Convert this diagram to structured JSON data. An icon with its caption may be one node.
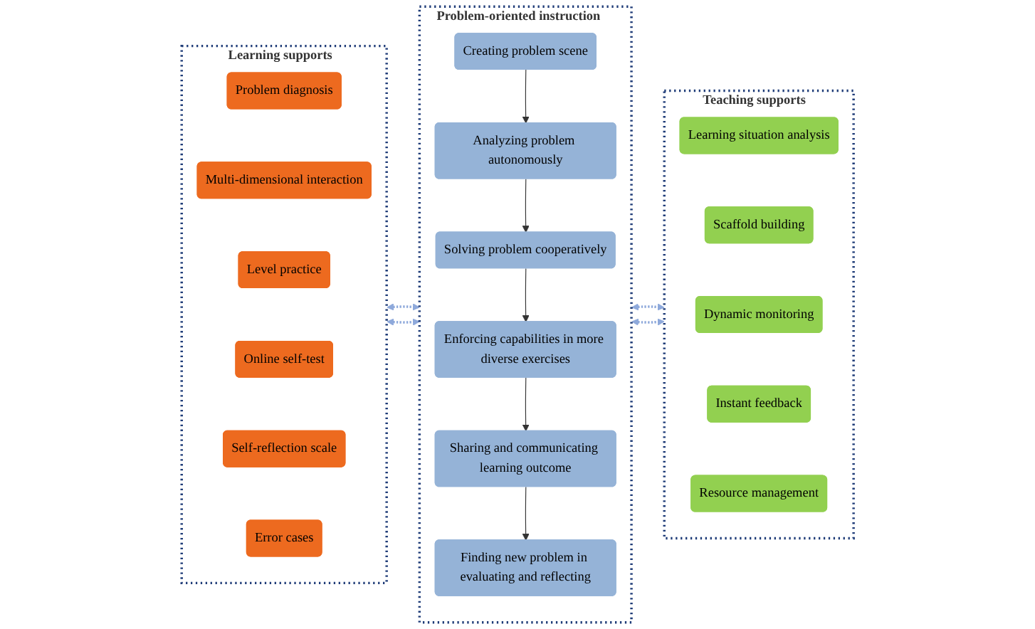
{
  "diagram": {
    "nodes": [
      {
        "text": [
          "Learning supports"
        ]
      },
      {
        "text": [
          "Problem diagnosis"
        ],
        "in": 0
      },
      {
        "text": [
          "Multi-dimensional interaction"
        ],
        "in": 0
      },
      {
        "text": [
          "Level practice"
        ],
        "in": 0
      },
      {
        "text": [
          "Online self-test"
        ],
        "in": 0
      },
      {
        "text": [
          "Self-reflection scale"
        ],
        "in": 0
      },
      {
        "text": [
          "Error cases"
        ],
        "in": 0
      },
      {
        "text": [
          "Problem-oriented instruction"
        ]
      },
      {
        "text": [
          "Creating problem scene"
        ],
        "in": 7
      },
      {
        "text": [
          "Analyzing problem autonomously"
        ],
        "in": 7
      },
      {
        "text": [
          "Solving problem cooperatively"
        ],
        "in": 7
      },
      {
        "text": [
          "Enforcing capabilities in more diverse exercises"
        ],
        "in": 7
      },
      {
        "text": [
          "Sharing and communicating learning outcome"
        ],
        "in": 7
      },
      {
        "text": [
          "Finding new problem in evaluating and reflecting"
        ],
        "in": 7
      },
      {
        "text": [
          "Teaching supports"
        ]
      },
      {
        "text": [
          "Learning situation analysis"
        ],
        "in": 14
      },
      {
        "text": [
          "Scaffold building"
        ],
        "in": 14
      },
      {
        "text": [
          "Dynamic monitoring"
        ],
        "in": 14
      },
      {
        "text": [
          "Instant feedback"
        ],
        "in": 14
      },
      {
        "text": [
          "Resource management"
        ],
        "in": 14
      }
    ],
    "edges": [
      {
        "from": 8,
        "to": 9,
        "arrow": "to"
      },
      {
        "from": 9,
        "to": 10,
        "arrow": "to"
      },
      {
        "from": 10,
        "to": 11,
        "arrow": "to"
      },
      {
        "from": 11,
        "to": 12,
        "arrow": "to"
      },
      {
        "from": 12,
        "to": 13,
        "arrow": "to"
      },
      {
        "from": 0,
        "to": 7,
        "arrow": "both",
        "style": "dashed",
        "color": "#8ea9db"
      },
      {
        "from": 0,
        "to": 7,
        "arrow": "both",
        "style": "dashed",
        "color": "#8ea9db"
      },
      {
        "from": 7,
        "to": 14,
        "arrow": "both",
        "style": "dashed",
        "color": "#8ea9db"
      },
      {
        "from": 7,
        "to": 14,
        "arrow": "both",
        "style": "dashed",
        "color": "#8ea9db"
      }
    ]
  }
}
